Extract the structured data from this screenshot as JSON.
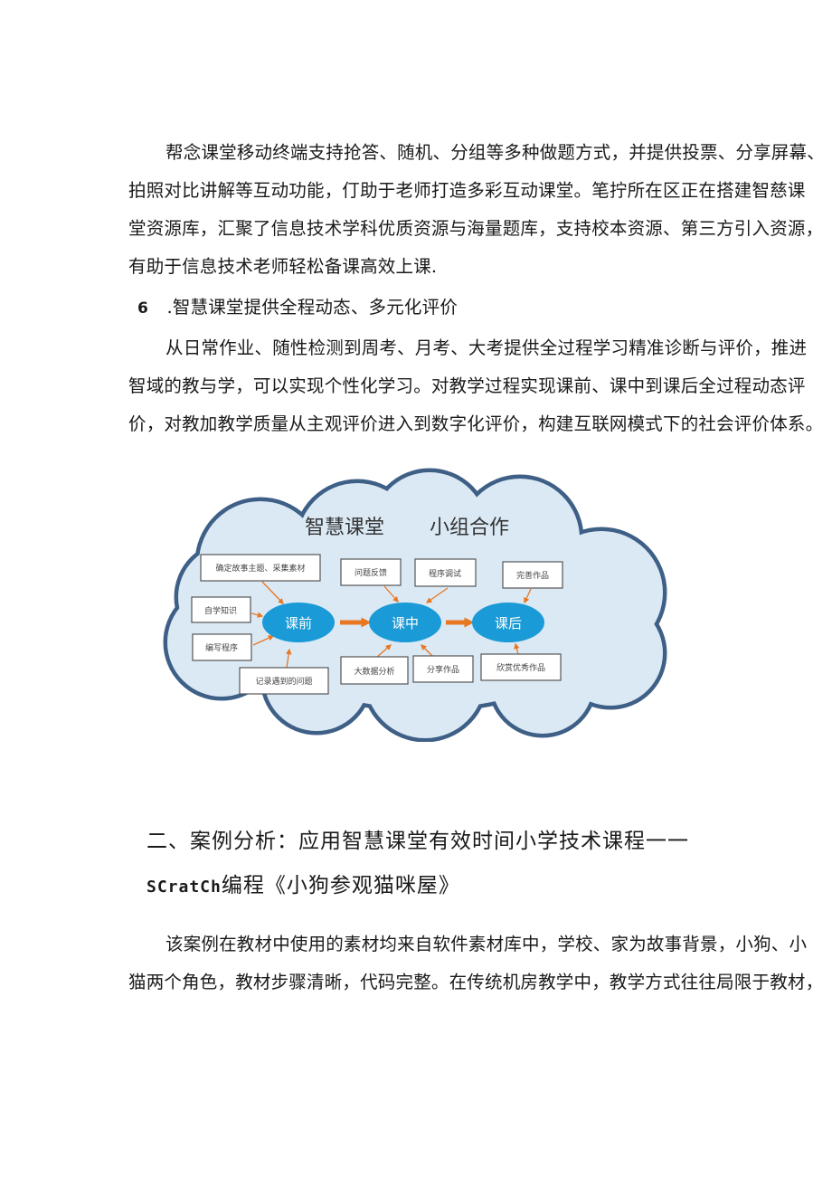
{
  "paragraph1": [
    "帮念课堂移动终端支持抢答、随机、分组等多种做题方式，并提供投票、分享屏幕、",
    "拍照对比讲解等互动功能，仃助于老师打造多彩互动课堂。笔拧所在区正在搭建智慈课",
    "堂资源库，汇聚了信息技术学科优质资源与海量题库，支持校本资源、第三方引入资源，",
    "有助于信息技术老师轻松备课高效上课."
  ],
  "heading6": {
    "number": "6",
    "text": ".智慧课堂提供全程动态、多元化评价"
  },
  "paragraph2": [
    "从日常作业、随性检测到周考、月考、大考提供全过程学习精准诊断与评价，推进",
    "智域的教与学，可以实现个性化学习。对教学过程实现课前、课中到课后全过程动态评",
    "价，对教加教学质量从主观评价进入到数字化评价，构建互联网模式下的社会评价体系。"
  ],
  "diagram": {
    "title_left": "智慧课堂",
    "title_right": "小组合作",
    "stages": [
      "课前",
      "课中",
      "课后"
    ],
    "boxes": {
      "pre": [
        "确定故事主题、采集素材",
        "自学知识",
        "编写程序",
        "记录遇到的问题"
      ],
      "in": [
        "问题反馈",
        "程序调试",
        "大数据分析",
        "分享作品"
      ],
      "post": [
        "完善作品",
        "欣赏优秀作品"
      ]
    },
    "colors": {
      "cloud_fill": "#dbe9f5",
      "cloud_stroke": "#3e5f86",
      "stage_fill": "#1a9ad6",
      "arrow": "#e87722"
    }
  },
  "section2": {
    "title": "二、案例分析：应用智慧课堂有效时间小学技术课程一一",
    "subtitle_latin": "SCratCh",
    "subtitle_rest": "编程《小狗参观猫咪屋》"
  },
  "paragraph3": [
    "该案例在教材中使用的素材均来自软件素材库中，学校、家为故事背景，小狗、小",
    "猫两个角色，教材步骤清晰，代码完整。在传统机房教学中，教学方式往往局限于教材，"
  ]
}
